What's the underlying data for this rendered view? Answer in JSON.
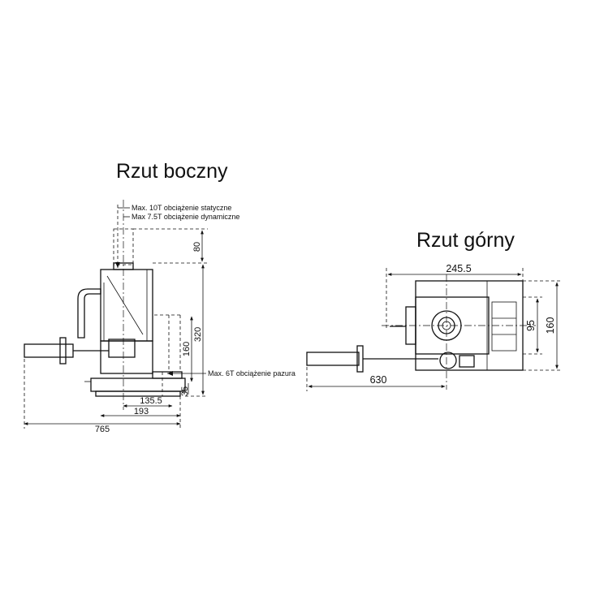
{
  "side_view": {
    "title": "Rzut boczny",
    "load_static": "Max. 10T obciążenie statyczne",
    "load_dynamic": "Max 7.5T obciążenie dynamiczne",
    "claw_load": "Max. 6T obciążenie pazura",
    "dimensions": {
      "d80": "80",
      "d320": "320",
      "d160": "160",
      "d35": "35",
      "d135_5": "135.5",
      "d193": "193",
      "d765": "765"
    }
  },
  "top_view": {
    "title": "Rzut górny",
    "dimensions": {
      "d245_5": "245.5",
      "d95": "95",
      "d160": "160",
      "d630": "630"
    }
  }
}
